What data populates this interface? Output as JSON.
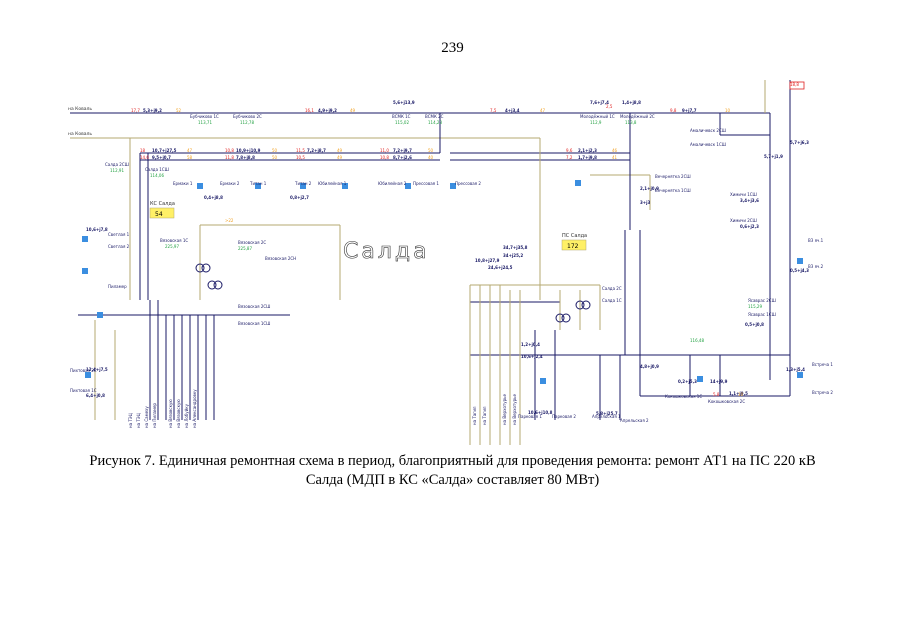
{
  "page_number": "239",
  "caption": {
    "line1": "Рисунок 7. Единичная ремонтная схема в период, благоприятный для проведения ремонта: ремонт АТ1 на ПС 220 кВ",
    "line2": "Салда (МДП в КС «Салда» составляет 80 МВт)"
  },
  "colors": {
    "line_dark": "#1a1a66",
    "line_blue": "#4a8cd8",
    "line_olive": "#b5a870",
    "node": "#3b8ee0",
    "flow_red": "#e02020",
    "flow_orange": "#f0a020",
    "flow_green": "#20a040",
    "title_box": "#fff066"
  },
  "diagram": {
    "title": "Салда",
    "top_labels": [
      "на Коваль",
      "на Коваль"
    ],
    "ks_label": "КС Салда",
    "ks_value": "54",
    "ps_label": "ПС Салда",
    "ps_value": "172",
    "substations": [
      "Бубчиково 1С",
      "Бубчиково 2С",
      "ВСМК 1С",
      "ВСМК 2С",
      "Молодёжный 1С",
      "Молодёжный 2С",
      "Амаличевск 2СШ",
      "Амаличевск 1СШ",
      "Химичи 1СШ",
      "Химичи 2СШ",
      "Салда 2СШ",
      "Салда 1СШ",
      "Ермаки 1",
      "Ермаки 2",
      "Титан 1",
      "Титан 2",
      "Юбилейная 1",
      "Юбилейная 2",
      "Прессовая 1",
      "Прессовая 2",
      "Вязовская 1С",
      "Вязовская 2С",
      "Вязовская 2СН",
      "Светлая 1",
      "Светлая 2",
      "Пиламер",
      "Вязовская 2СШ",
      "Вязовская 1СШ",
      "Салда 2С",
      "Салда 1С",
      "Пихтовая 2С",
      "Пихтовая 1С",
      "Парковая 1",
      "Парковая 2",
      "Апрельская 1",
      "Апрельская 2",
      "Кокошковская 1С",
      "Кокошковская 2С",
      "Ясаврас 2СШ",
      "Ясаврас 1СШ",
      "Встреча 1",
      "Встреча 2",
      "ВЗ яч.1",
      "ВЗ яч.2",
      "Вечернятка 2СШ",
      "Вечернятка 1СШ"
    ],
    "flows": [
      "5,3+j9,2",
      "4,9+j9,2",
      "4+j3,4",
      "9+j7,7",
      "5,6+j13,9",
      "7,6+j7,4",
      "10,7+j27,5",
      "10,9+j10,9",
      "7,2+j8,7",
      "7,2+j9,7",
      "2,1+j2,3",
      "9,5+j0,7",
      "8,7+j2,6",
      "1,7+j9,8",
      "10,6+j7,8",
      "7,8+j8,8",
      "5,7+j1,9",
      "10,8+j27,9",
      "34,7+j35,8",
      "34+j25,2",
      "1,2+j0,4",
      "10,6+j2,4",
      "0,2+j5,3",
      "14+j9,9",
      "1,1+j9,5",
      "4,8+j0,9",
      "3,4+j3,6",
      "1,4+j8,8",
      "0,6+j2,3",
      "5,7+j6,3",
      "1,3+j5,4",
      "0,5+j0,8",
      "12,4+j7,5",
      "6,4+j0,8",
      "0,4+j8,8",
      "0,8+j2,7",
      "3+j3",
      "0,5+j4,3",
      "10,6+j10,8",
      "24,6+j24,5",
      "5,8+j25,7",
      "2,1+j0,9"
    ],
    "voltages": [
      "113,71",
      "112,78",
      "115,02",
      "114,23",
      "112,9",
      "113,8",
      "112,91",
      "114,06",
      "225,97",
      "225,87",
      "116,48",
      "115,29"
    ],
    "direction_labels": [
      "на Тагил",
      "на Тагил",
      "на Верхотурье",
      "на Верхотурье",
      "на Вязовскую",
      "на Вязовскую",
      "на Лобуйку",
      "на Александровку",
      "на Пиламер",
      "на ТЭЦ",
      "на ТЭЦ",
      "на Самеху"
    ]
  }
}
